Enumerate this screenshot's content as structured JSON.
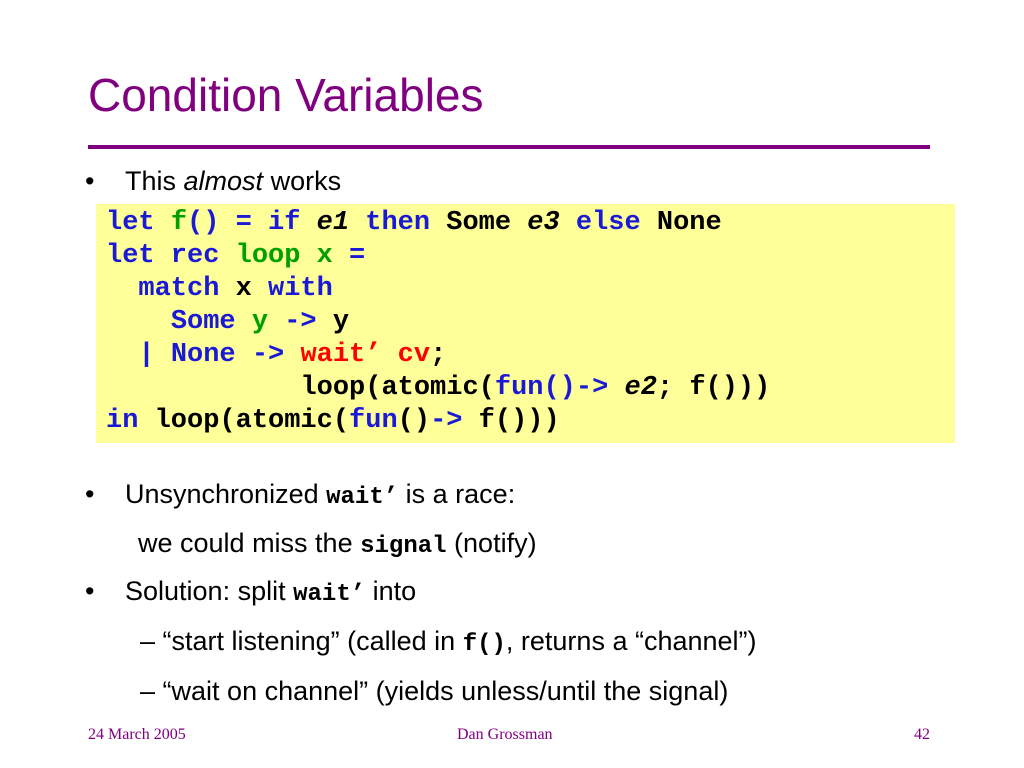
{
  "slide": {
    "title": "Condition Variables",
    "bullet1": {
      "marker": "•",
      "text1": "This",
      "emph": "almost",
      "text2": "works"
    },
    "code": {
      "l1": {
        "kw1": "let",
        "f": "f",
        "paren": "()",
        "eqif": "= if",
        "e1": "e1",
        "then": "then",
        "some": "Some",
        "e3": "e3",
        "else": "else",
        "none": "None"
      },
      "l2": {
        "letrec": "let rec",
        "loop": "loop",
        "x": "x",
        "eq": "="
      },
      "l3": {
        "match": "match",
        "x": "x",
        "with": "with"
      },
      "l4": {
        "some": "Some",
        "y": "y",
        "arrow": "->",
        "y2": "y"
      },
      "l5": {
        "bar": "|",
        "none": "None",
        "arrow": "->",
        "wait": "wait’",
        "cv": "cv",
        "semi": ";"
      },
      "l6": {
        "loopa": "loop(atomic(",
        "fun": "fun",
        "parenarrow": "()->",
        "e2": "e2",
        "semi": ";",
        "tail": "f()))"
      },
      "l7": {
        "in": "in",
        "loopa": "loop(atomic(",
        "fun": "fun",
        "paren": "()",
        "arrow": "->",
        "tail": "f()))"
      }
    },
    "bullet2": {
      "marker": "•",
      "text1": "Unsynchronized",
      "code": "wait’",
      "text2": "is a race:"
    },
    "bullet2_cont": {
      "text1": "we could miss the",
      "code": "signal",
      "text2": "(notify)"
    },
    "bullet3": {
      "marker": "•",
      "text1": "Solution: split",
      "code": "wait’",
      "text2": "into"
    },
    "sub1": {
      "dash": "–",
      "text1": "“start listening” (called in",
      "code": "f()",
      "text2": ", returns a “channel”)"
    },
    "sub2": {
      "dash": "–",
      "text1": "“wait on channel” (yields unless/until the signal)"
    },
    "footer": {
      "date": "24 March 2005",
      "author": "Dan Grossman",
      "page": "42"
    }
  }
}
